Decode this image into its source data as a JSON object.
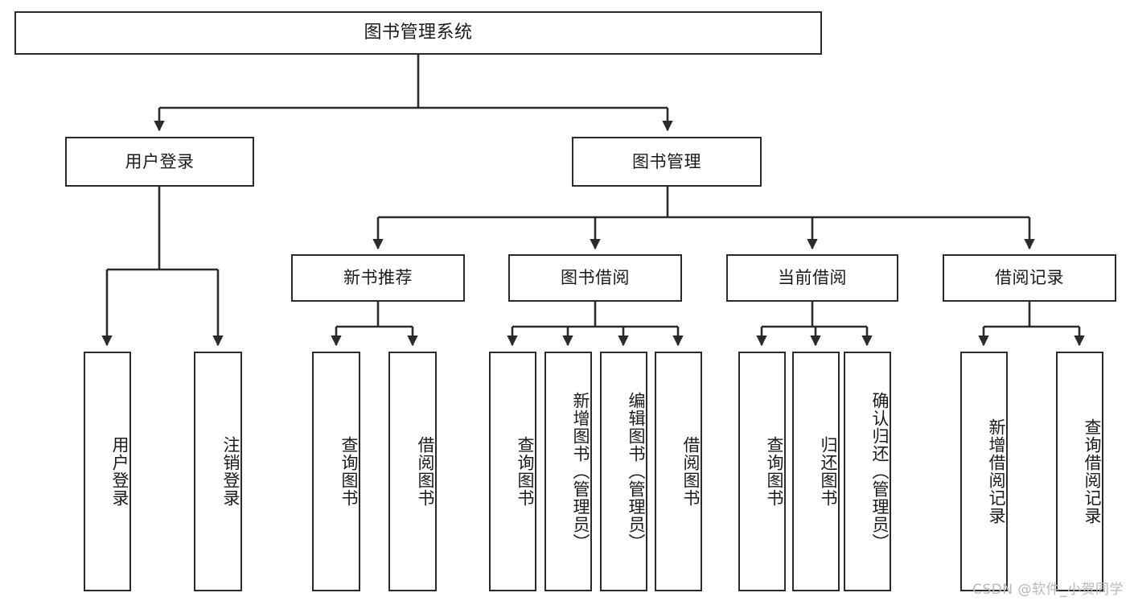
{
  "diagram": {
    "title": "图书管理系统",
    "type": "tree-hierarchy-diagram",
    "watermark": "CSDN @软件_小贺同学",
    "colors": {
      "box_border": "#2b2b2b",
      "box_fill": "#ffffff",
      "connector": "#2b2b2b",
      "text": "#1a1a1a",
      "watermark": "#b8b8b8",
      "background": "#ffffff"
    },
    "levels": {
      "root": {
        "label": "图书管理系统"
      },
      "level2": [
        {
          "id": "user-login",
          "label": "用户登录"
        },
        {
          "id": "book-management",
          "label": "图书管理"
        }
      ],
      "level3": [
        {
          "id": "new-book-recommend",
          "label": "新书推荐",
          "parent": "book-management"
        },
        {
          "id": "book-borrow",
          "label": "图书借阅",
          "parent": "book-management"
        },
        {
          "id": "current-borrow",
          "label": "当前借阅",
          "parent": "book-management"
        },
        {
          "id": "borrow-record",
          "label": "借阅记录",
          "parent": "book-management"
        }
      ],
      "leaves": [
        {
          "id": "leaf-user-login",
          "label": "用户登录",
          "parent": "user-login"
        },
        {
          "id": "leaf-logout-login",
          "label": "注销登录",
          "parent": "user-login"
        },
        {
          "id": "leaf-query-book-1",
          "label": "查询图书",
          "parent": "new-book-recommend"
        },
        {
          "id": "leaf-borrow-book-1",
          "label": "借阅图书",
          "parent": "new-book-recommend"
        },
        {
          "id": "leaf-query-book-2",
          "label": "查询图书",
          "parent": "book-borrow"
        },
        {
          "id": "leaf-add-book",
          "label": "新增图书（管理员）",
          "parent": "book-borrow"
        },
        {
          "id": "leaf-edit-book",
          "label": "编辑图书（管理员）",
          "parent": "book-borrow"
        },
        {
          "id": "leaf-borrow-book-2",
          "label": "借阅图书",
          "parent": "book-borrow"
        },
        {
          "id": "leaf-query-book-3",
          "label": "查询图书",
          "parent": "current-borrow"
        },
        {
          "id": "leaf-return-book",
          "label": "归还图书",
          "parent": "current-borrow"
        },
        {
          "id": "leaf-confirm-return",
          "label": "确认归还（管理员）",
          "parent": "current-borrow"
        },
        {
          "id": "leaf-add-record",
          "label": "新增借阅记录",
          "parent": "borrow-record"
        },
        {
          "id": "leaf-query-record",
          "label": "查询借阅记录",
          "parent": "borrow-record"
        }
      ]
    }
  }
}
